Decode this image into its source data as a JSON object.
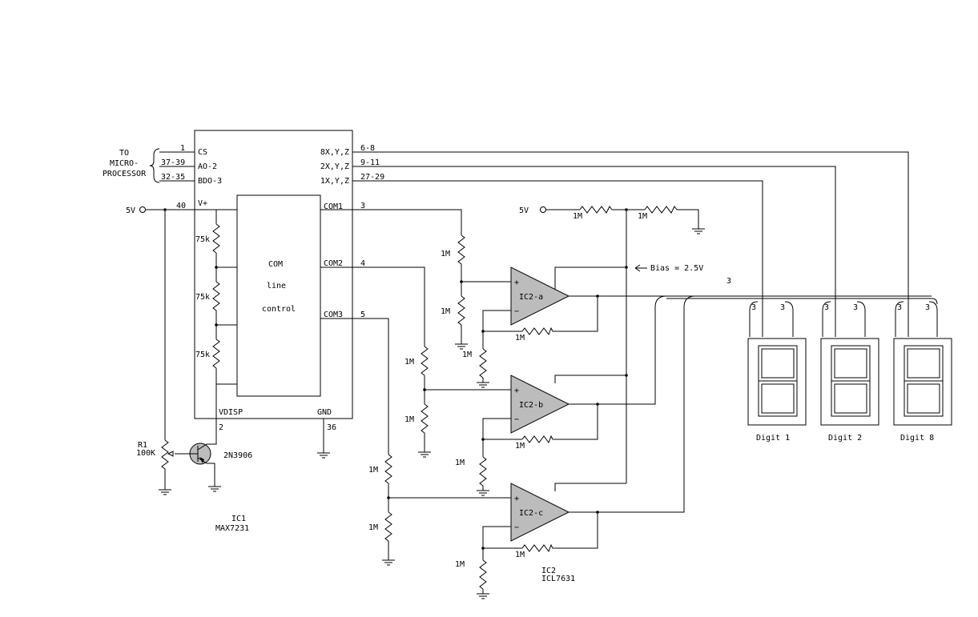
{
  "mcu": {
    "label_lines": [
      "TO",
      "MICRO-",
      "PROCESSOR"
    ],
    "pins": [
      {
        "num": "1",
        "name": "CS"
      },
      {
        "num": "37-39",
        "name": "AO-2"
      },
      {
        "num": "32-35",
        "name": "BDO-3"
      }
    ]
  },
  "ic1": {
    "out_pins": [
      {
        "name": "8X,Y,Z",
        "num": "6-8"
      },
      {
        "name": "2X,Y,Z",
        "num": "9-11"
      },
      {
        "name": "1X,Y,Z",
        "num": "27-29"
      }
    ],
    "vplus_label": "V+",
    "vplus_pin": "40",
    "com_block_lines": [
      "COM",
      "line",
      "control"
    ],
    "com_pins": [
      {
        "name": "COM1",
        "num": "3"
      },
      {
        "name": "COM2",
        "num": "4"
      },
      {
        "name": "COM3",
        "num": "5"
      }
    ],
    "vdisp_label": "VDISP",
    "vdisp_pin": "2",
    "gnd_label": "GND",
    "gnd_pin": "36",
    "divider_resistors": [
      "75k",
      "75k",
      "75k"
    ],
    "ref_line1": "IC1",
    "ref_line2": "MAX7231"
  },
  "supply": {
    "left": "5V",
    "right": "5V"
  },
  "pot": {
    "ref": "R1",
    "value": "100K"
  },
  "transistor": {
    "part": "2N3906"
  },
  "bias": {
    "r1": "1M",
    "r2": "1M",
    "label": "Bias = 2.5V"
  },
  "resistor_value": "1M",
  "opamps": [
    "IC2-a",
    "IC2-b",
    "IC2-c"
  ],
  "opamp_pins": {
    "plus": "+",
    "minus": "−"
  },
  "ic2": {
    "ref_line1": "IC2",
    "ref_line2": "ICL7631"
  },
  "displays": {
    "bus_label": "3",
    "digits": [
      "Digit 1",
      "Digit 2",
      "Digit 8"
    ]
  }
}
